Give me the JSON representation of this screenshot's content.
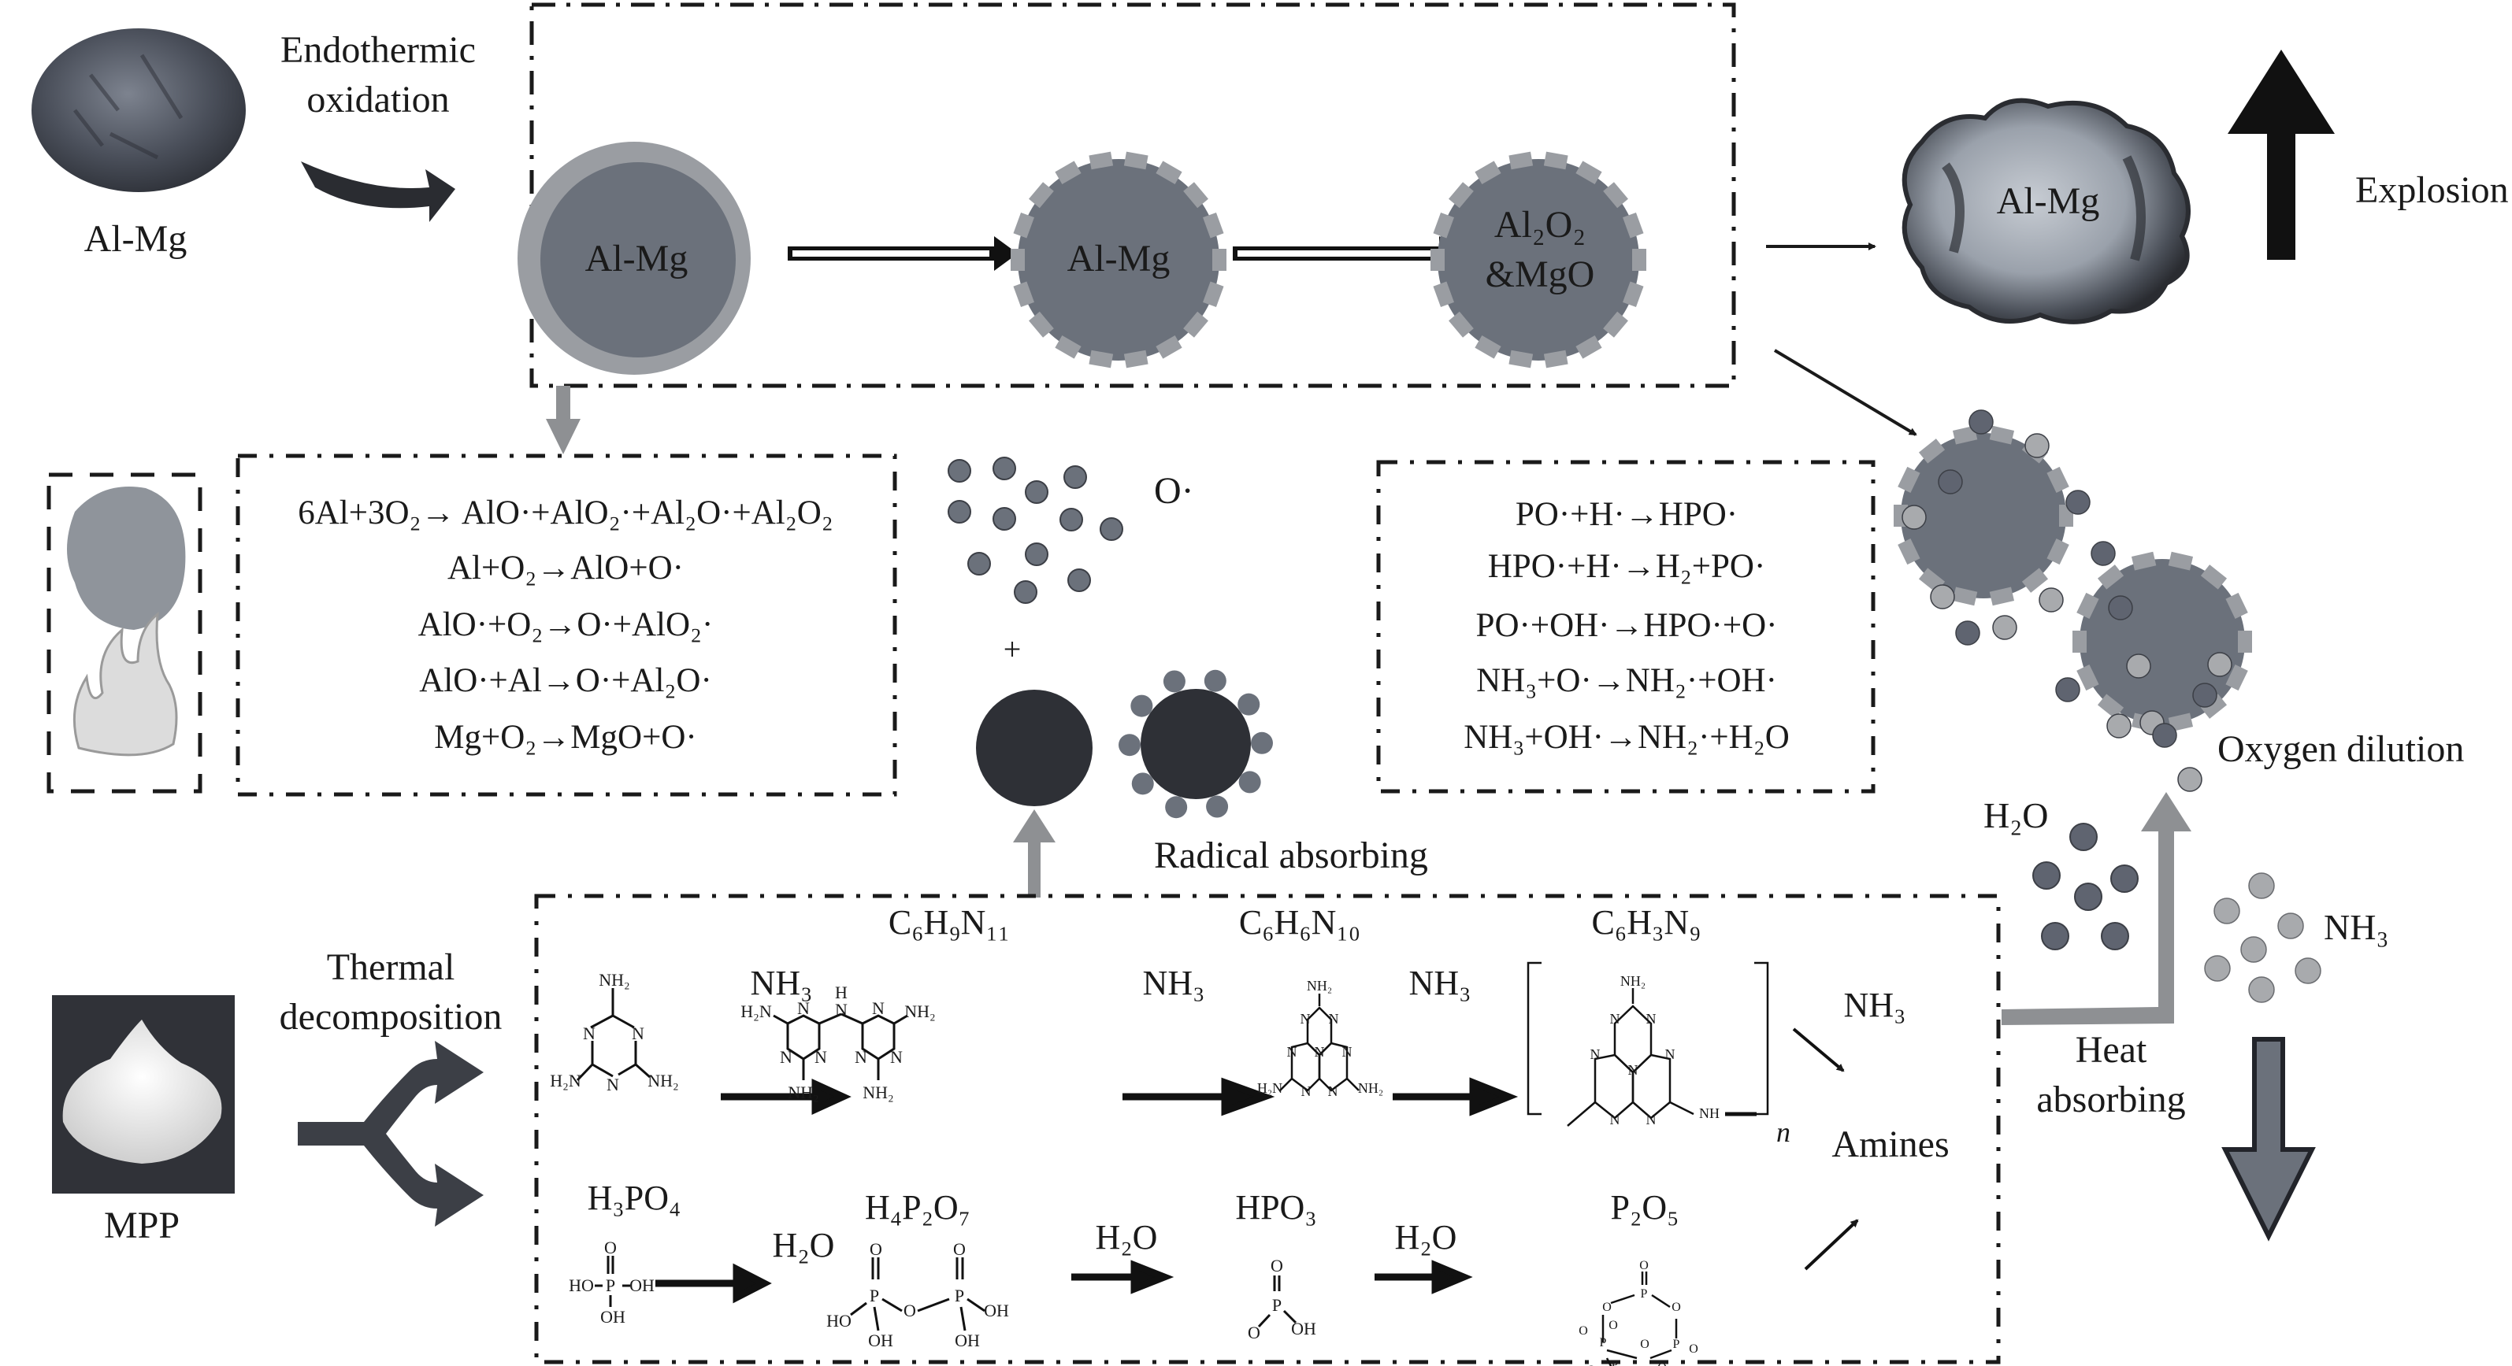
{
  "figure": {
    "title": "Explosion suppression mechanism of MPP on Al-Mg alloy dust",
    "colors": {
      "dark_particle": "#6b717b",
      "shell_light": "#9a9da2",
      "dark_core": "#2e3036",
      "light_dot": "#a8aaad",
      "arrow_dark": "#1a1a1a",
      "arrow_gray": "#8e9093",
      "outline_dark": "#22242a"
    }
  },
  "top": {
    "al_mg_photo_label": "Al-Mg",
    "endothermic_line1": "Endothermic",
    "endothermic_line2": "oxidation",
    "particle1_label": "Al-Mg",
    "particle2_label": "Al-Mg",
    "particle3_label_line1": "Al₂O₂",
    "particle3_label_line2": "&MgO",
    "explosion_particle_label": "Al-Mg",
    "explosion_label": "Explosion"
  },
  "aluminum_reactions": {
    "equations": [
      "6Al+3O₂→ AlO·+AlO₂·+Al₂O·+Al₂O₂",
      "Al+O₂→AlO+O·",
      "AlO·+O₂→O·+AlO₂·",
      "AlO·+Al→O·+Al₂O·",
      "Mg+O₂→MgO+O·"
    ]
  },
  "radicals": {
    "o_radical_label": "O·",
    "plus_sign": "+",
    "radical_absorbing_label": "Radical absorbing"
  },
  "phosphorus_reactions": {
    "equations": [
      "PO·+H·→HPO·",
      "HPO·+H·→H₂+PO·",
      "PO·+OH·→HPO·+O·",
      "NH₃+O·→NH₂·+OH·",
      "NH₃+OH·→NH₂·+H₂O"
    ]
  },
  "dilution": {
    "oxygen_dilution_label": "Oxygen dilution",
    "h2o_label": "H₂O",
    "nh3_label": "NH₃",
    "heat_line1": "Heat",
    "heat_line2": "absorbing"
  },
  "mpp": {
    "label": "MPP",
    "thermal_line1": "Thermal",
    "thermal_line2": "decomposition"
  },
  "melamine_pathway": {
    "c6h9n11": "C₆H₉N₁₁",
    "c6h6n10": "C₆H₆N₁₀",
    "c6h3n9": "C₆H₃N₉",
    "nh3_1": "NH₃",
    "nh3_2": "NH₃",
    "nh3_3": "NH₃",
    "nh3_amines": "NH₃",
    "amines": "Amines",
    "polymer_n": "n"
  },
  "phosphate_pathway": {
    "h3po4": "H₃PO₄",
    "h4p2o7": "H₄P₂O₇",
    "hpo3": "HPO₃",
    "p2o5": "P₂O₅",
    "h2o_1": "H₂O",
    "h2o_2": "H₂O",
    "h2o_3": "H₂O"
  }
}
